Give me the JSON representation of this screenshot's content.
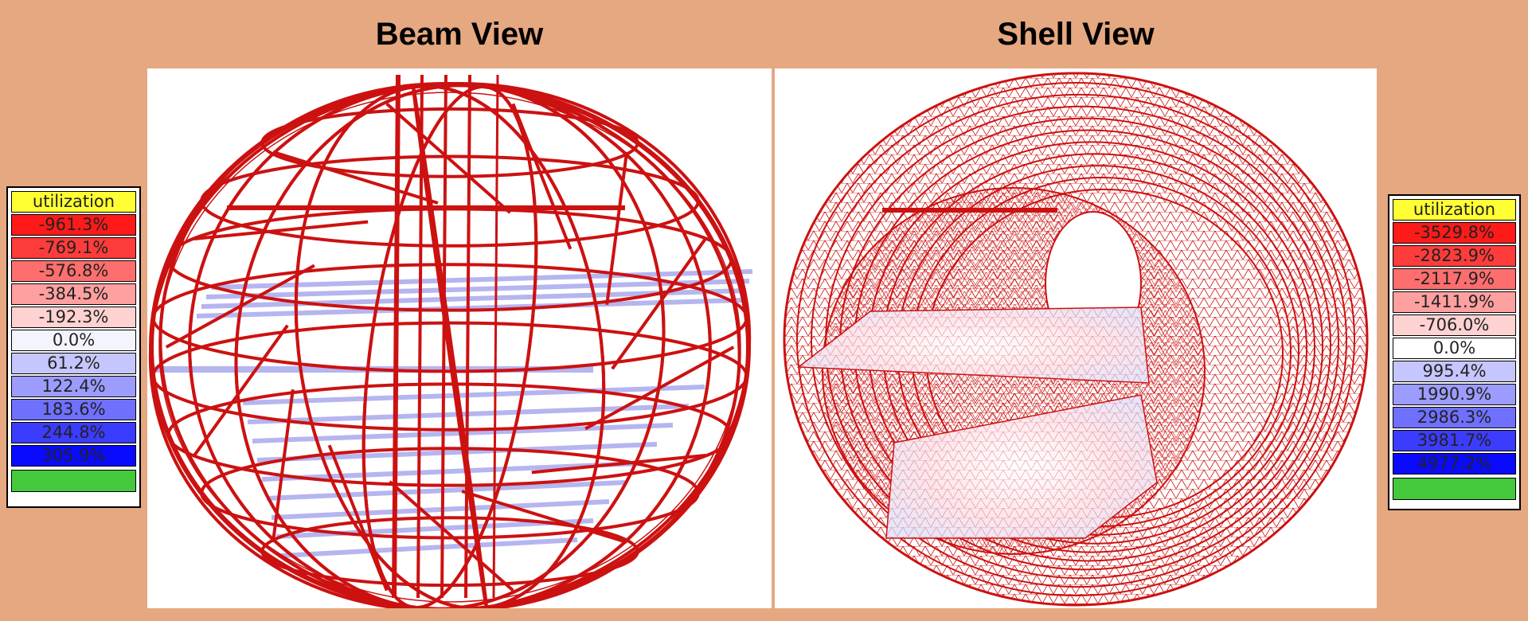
{
  "beam_view": {
    "title": "Beam View"
  },
  "shell_view": {
    "title": "Shell View"
  },
  "legend_left": {
    "header": "utilization",
    "header_color": "#FFFF33",
    "rows": [
      {
        "label": "-961.3%",
        "color": "#FF1A1A"
      },
      {
        "label": "-769.1%",
        "color": "#FF3C3C"
      },
      {
        "label": "-576.8%",
        "color": "#FF6E6E"
      },
      {
        "label": "-384.5%",
        "color": "#FFA0A0"
      },
      {
        "label": "-192.3%",
        "color": "#FFD2D2"
      },
      {
        "label": "0.0%",
        "color": "#F4F4FF"
      },
      {
        "label": "61.2%",
        "color": "#C6C6FF"
      },
      {
        "label": "122.4%",
        "color": "#9C9CFF"
      },
      {
        "label": "183.6%",
        "color": "#7070FF"
      },
      {
        "label": "244.8%",
        "color": "#3C3CFF"
      },
      {
        "label": "305.9%",
        "color": "#0A0AFF"
      }
    ],
    "footer_color": "#44C83C"
  },
  "legend_right": {
    "header": "utilization",
    "header_color": "#FFFF33",
    "rows": [
      {
        "label": "-3529.8%",
        "color": "#FF1A1A"
      },
      {
        "label": "-2823.9%",
        "color": "#FF3C3C"
      },
      {
        "label": "-2117.9%",
        "color": "#FF6E6E"
      },
      {
        "label": "-1411.9%",
        "color": "#FFA0A0"
      },
      {
        "label": "-706.0%",
        "color": "#FFD2D2"
      },
      {
        "label": "0.0%",
        "color": "#FFFFFF"
      },
      {
        "label": "995.4%",
        "color": "#C6C6FF"
      },
      {
        "label": "1990.9%",
        "color": "#9C9CFF"
      },
      {
        "label": "2986.3%",
        "color": "#7070FF"
      },
      {
        "label": "3981.7%",
        "color": "#3C3CFF"
      },
      {
        "label": "4977.2%",
        "color": "#0A0AFF"
      }
    ],
    "footer_color": "#44C83C"
  },
  "colors": {
    "background": "#E6A880",
    "wire": "#CC1111",
    "floor_slab": "#B5B5F0"
  }
}
